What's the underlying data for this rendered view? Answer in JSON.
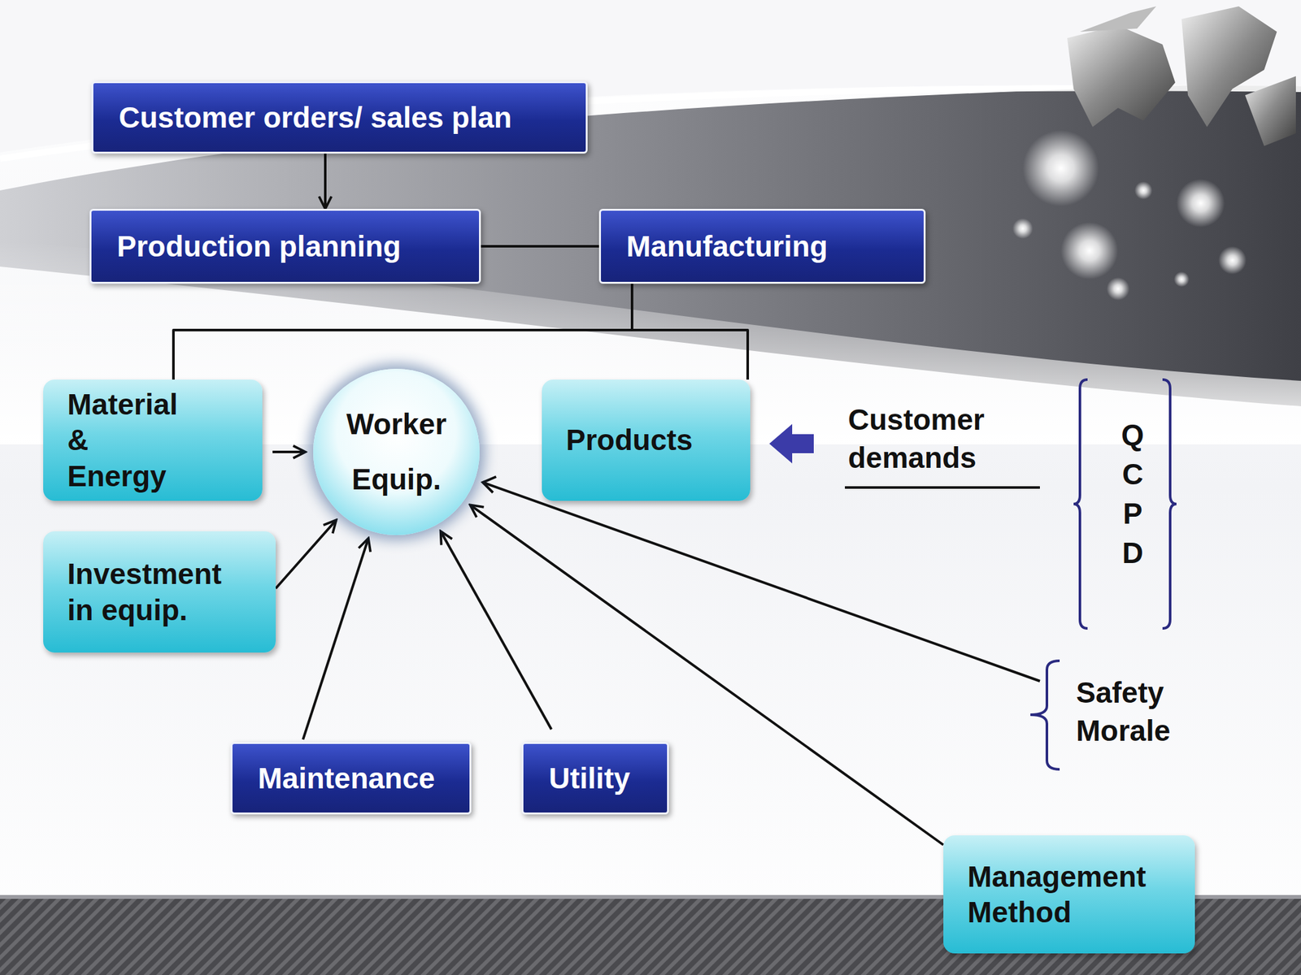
{
  "diagram": {
    "nodes": [
      {
        "text": [
          "Customer orders/ sales plan"
        ]
      },
      {
        "text": [
          "Production planning"
        ]
      },
      {
        "text": [
          "Manufacturing"
        ]
      },
      {
        "text": [
          "Material & Energy"
        ]
      },
      {
        "text": [
          "Worker Equip."
        ]
      },
      {
        "text": [
          "Products"
        ]
      },
      {
        "text": [
          "Investment in equip."
        ]
      },
      {
        "text": [
          "Maintenance"
        ]
      },
      {
        "text": [
          "Utility"
        ]
      },
      {
        "text": [
          "Management Method"
        ]
      }
    ],
    "edges": [
      {
        "from": 0,
        "to": 1,
        "arrow": "to"
      },
      {
        "from": 1,
        "to": 2,
        "arrow": "none"
      },
      {
        "from": 2,
        "to": 3,
        "arrow": "none"
      },
      {
        "from": 2,
        "to": 5,
        "arrow": "none"
      },
      {
        "from": 3,
        "to": 4,
        "arrow": "to"
      },
      {
        "from": 6,
        "to": 4,
        "arrow": "to"
      },
      {
        "from": 7,
        "to": 4,
        "arrow": "to"
      },
      {
        "from": 8,
        "to": 4,
        "arrow": "to"
      },
      {
        "from": 9,
        "to": 4,
        "arrow": "to"
      }
    ],
    "labels": [
      "Customer demands",
      "Q",
      "C",
      "P",
      "D",
      "Safety Morale"
    ]
  }
}
